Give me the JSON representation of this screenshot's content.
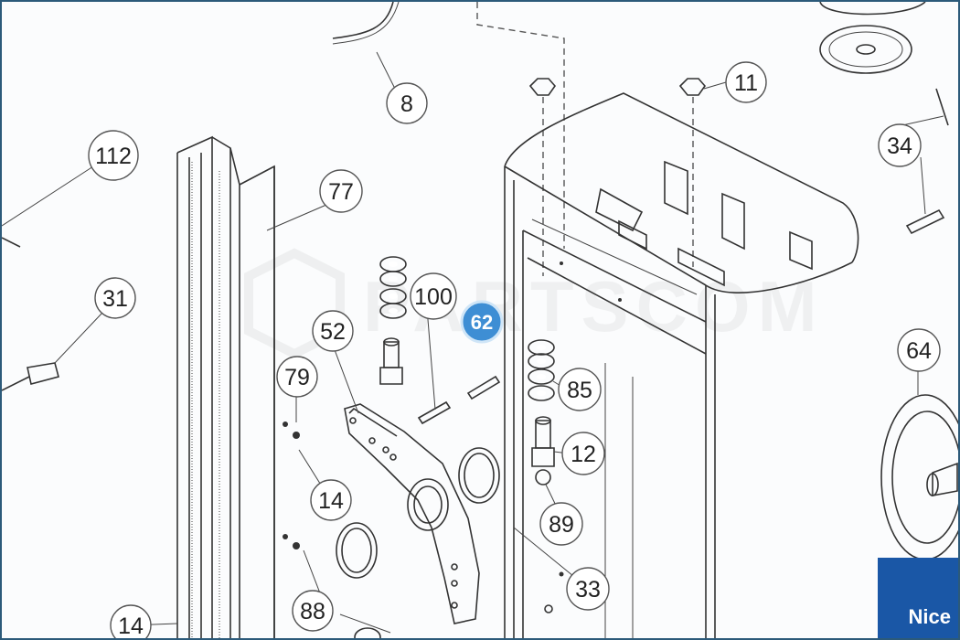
{
  "watermark": "PARTSCOM",
  "brand": "Nice",
  "highlighted_part": "62",
  "callouts": [
    "8",
    "11",
    "112",
    "77",
    "34",
    "31",
    "100",
    "52",
    "79",
    "85",
    "12",
    "64",
    "14",
    "89",
    "33",
    "14",
    "88"
  ]
}
